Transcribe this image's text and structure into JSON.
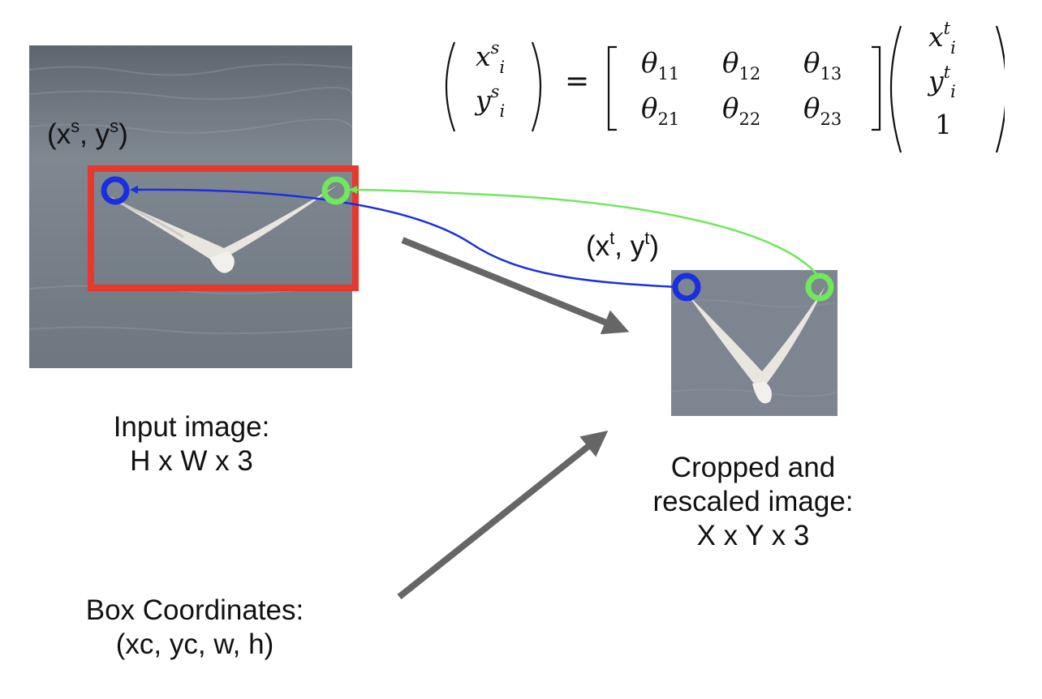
{
  "source_label": {
    "base": "(x",
    "sup1": "s",
    "mid": ", y",
    "sup2": "s",
    "end": ")"
  },
  "target_label": {
    "base": "(x",
    "sup1": "t",
    "mid": ", y",
    "sup2": "t",
    "end": ")"
  },
  "captions": {
    "input_line1": "Input image:",
    "input_line2": "H x W x 3",
    "cropped_line1": "Cropped and",
    "cropped_line2": "rescaled image:",
    "cropped_line3": "X x Y x 3",
    "box_line1": "Box Coordinates:",
    "box_line2": "(xc, yc, w, h)"
  },
  "equation": {
    "lhs_x": "x",
    "lhs_y": "y",
    "lhs_sub": "i",
    "lhs_sup": "s",
    "equals": "=",
    "theta": "θ",
    "t11": "11",
    "t12": "12",
    "t13": "13",
    "t21": "21",
    "t22": "22",
    "t23": "23",
    "rhs_x": "x",
    "rhs_y": "y",
    "rhs_sub": "i",
    "rhs_sup": "t",
    "rhs_one": "1"
  },
  "colors": {
    "crop_box": "#e8372b",
    "blue_marker": "#1a2fe0",
    "green_marker": "#6fe85a",
    "arrow_gray": "#666666",
    "water": "#7e8690"
  },
  "icons": {
    "source_blue": "circle-marker",
    "source_green": "circle-marker",
    "target_blue": "circle-marker",
    "target_green": "circle-marker"
  }
}
